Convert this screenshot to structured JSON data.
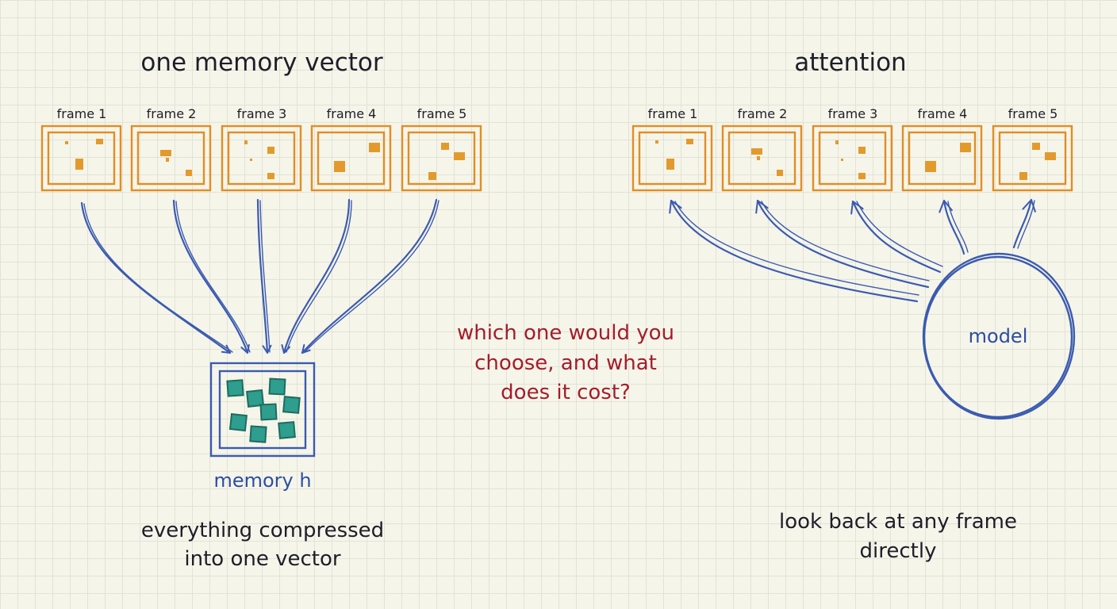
{
  "left_panel": {
    "title": "one memory vector",
    "frames": [
      "frame 1",
      "frame 2",
      "frame 3",
      "frame 4",
      "frame 5"
    ],
    "memory_label": "memory h",
    "caption_lines": [
      "everything compressed",
      "into one vector"
    ]
  },
  "center": {
    "question_lines": [
      "which one would you",
      "choose, and what",
      "does it cost?"
    ]
  },
  "right_panel": {
    "title": "attention",
    "frames": [
      "frame 1",
      "frame 2",
      "frame 3",
      "frame 4",
      "frame 5"
    ],
    "model_label": "model",
    "caption_lines": [
      "look back at any frame",
      "directly"
    ]
  },
  "colors": {
    "frame": "#e08e24",
    "arrow": "#3b5bb0",
    "memory_cells": "#2e9e8e",
    "question": "#a51c2a",
    "text": "#1e1e2a",
    "background": "#f6f5ea"
  }
}
